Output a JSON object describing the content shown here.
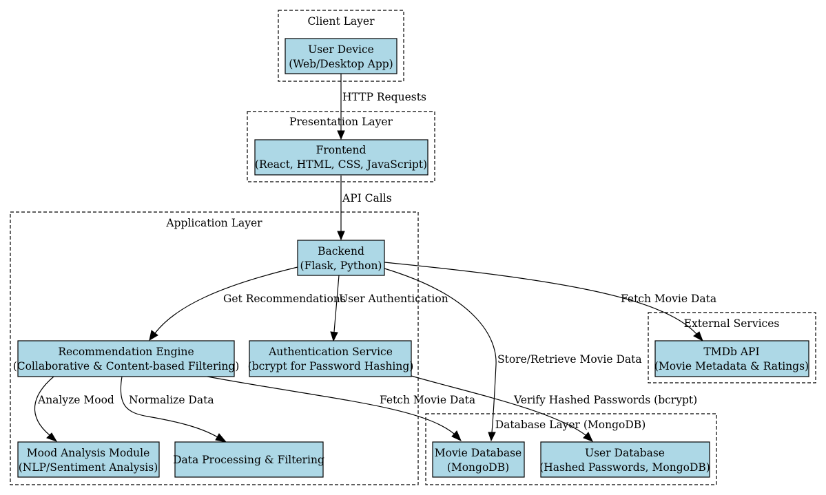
{
  "clusters": {
    "client": "Client Layer",
    "presentation": "Presentation Layer",
    "application": "Application Layer",
    "external": "External Services",
    "database": "Database Layer (MongoDB)"
  },
  "nodes": {
    "user_device": [
      "User Device",
      "(Web/Desktop App)"
    ],
    "frontend": [
      "Frontend",
      "(React, HTML, CSS, JavaScript)"
    ],
    "backend": [
      "Backend",
      "(Flask, Python)"
    ],
    "recommendation": [
      "Recommendation Engine",
      "(Collaborative & Content-based Filtering)"
    ],
    "auth": [
      "Authentication Service",
      "(bcrypt for Password Hashing)"
    ],
    "mood": [
      "Mood Analysis Module",
      "(NLP/Sentiment Analysis)"
    ],
    "dataproc": [
      "Data Processing & Filtering"
    ],
    "tmdb": [
      "TMDb API",
      "(Movie Metadata & Ratings)"
    ],
    "moviedb": [
      "Movie Database",
      "(MongoDB)"
    ],
    "userdb": [
      "User Database",
      "(Hashed Passwords, MongoDB)"
    ]
  },
  "edges": {
    "http": "HTTP Requests",
    "api": "API Calls",
    "get_rec": "Get Recommendations",
    "user_auth": "User Authentication",
    "fetch_tmdb": "Fetch Movie Data",
    "store": "Store/Retrieve Movie Data",
    "mood": "Analyze Mood",
    "normalize": "Normalize Data",
    "fetch_db": "Fetch Movie Data",
    "verify": "Verify Hashed Passwords (bcrypt)"
  }
}
